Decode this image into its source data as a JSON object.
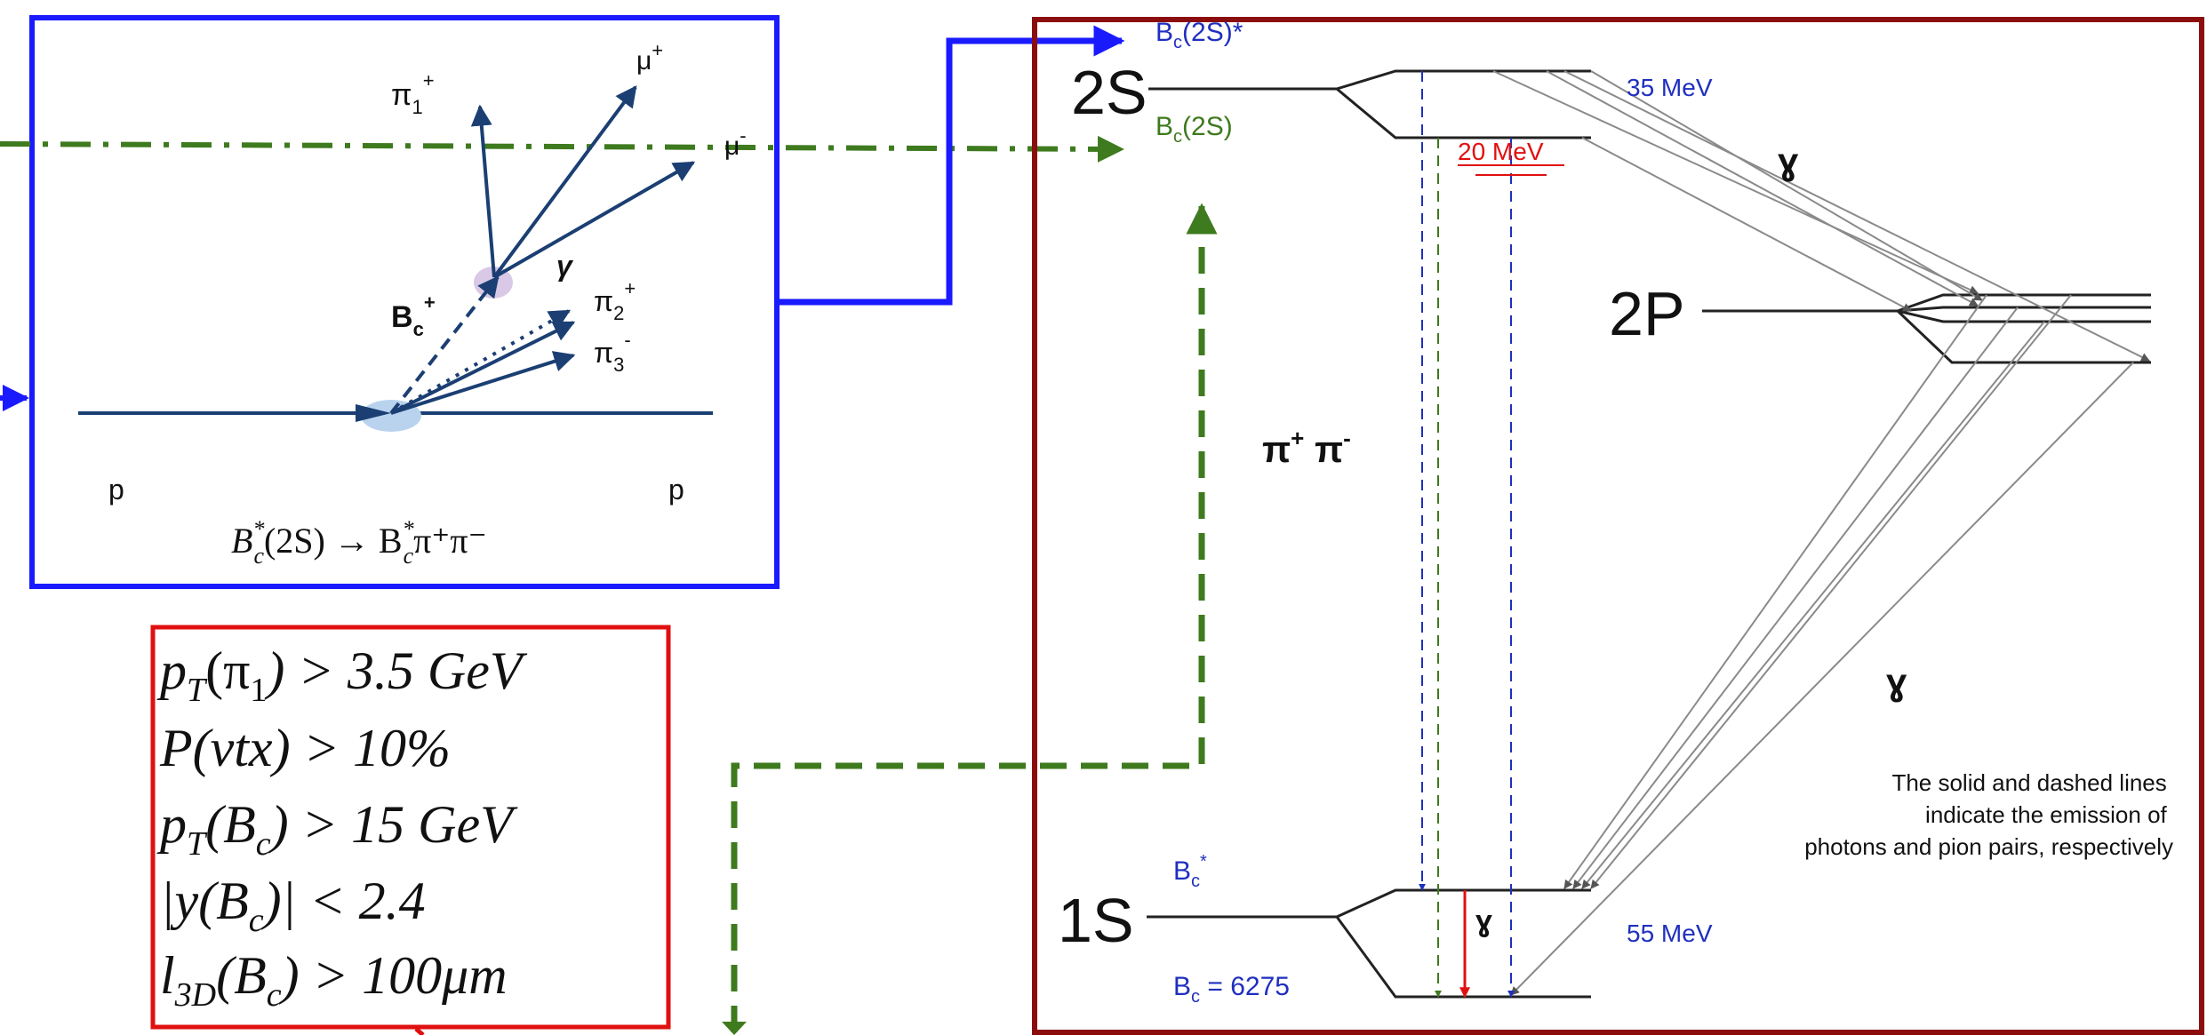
{
  "colors": {
    "blue": "#1a1aff",
    "green": "#3e7a1e",
    "darkred": "#8b0d0d",
    "red": "#e01010",
    "navy": "#1b3f73",
    "dashblue": "#1f2fbf",
    "gray": "#8a8a8a"
  },
  "decay": {
    "pi1": "π",
    "pi1_sub": "1",
    "pi1_sup": "+",
    "mu_plus": "μ",
    "mu_plus_sup": "+",
    "mu_minus": "μ",
    "mu_minus_sup": "-",
    "gamma": "γ",
    "bc": "B",
    "bc_sub": "c",
    "bc_sup": "+",
    "pi2": "π",
    "pi2_sub": "2",
    "pi2_sup": "+",
    "pi3": "π",
    "pi3_sub": "3",
    "pi3_sup": "-",
    "proton_left": "p",
    "proton_right": "p",
    "formula_b": "B",
    "formula_star": "*",
    "formula_c": "c",
    "formula_2s": "(2S) → B",
    "formula_star2": "*",
    "formula_c2": "c",
    "formula_pions": "π⁺π⁻"
  },
  "cuts": {
    "line1_a": "p",
    "line1_sub": "T",
    "line1_b": "(π",
    "line1_sub2": "1",
    "line1_c": ") >  3.5 GeV",
    "line2": "P(vtx) > 10%",
    "line3_a": "p",
    "line3_sub": "T",
    "line3_b": "(B",
    "line3_sub2": "c",
    "line3_c": ") >  15 GeV",
    "line4_a": "|y(B",
    "line4_sub": "c",
    "line4_b": ")| < 2.4",
    "line5_a": "l",
    "line5_sub": "3D",
    "line5_b": "(B",
    "line5_sub2": "c",
    "line5_c": ") > 100μm"
  },
  "levels": {
    "level_2s": "2S",
    "level_2p": "2P",
    "level_1s": "1S",
    "bc2s_star_b": "B",
    "bc2s_star_sub": "c",
    "bc2s_star_rest": "(2S)*",
    "bc2s_b": "B",
    "bc2s_sub": "c",
    "bc2s_rest": "(2S)",
    "bc_star_b": "B",
    "bc_star_sub": "c",
    "bc_star_sup": "*",
    "bc_b": "B",
    "bc_sub": "c",
    "bc_rest": " = 6275",
    "split_35": "35 MeV",
    "split_20": "20 MeV",
    "split_55": "55 MeV",
    "gamma_upper": "ɣ",
    "gamma_lower": "ɣ",
    "gamma_1s": "ɣ",
    "pipi_a": "π",
    "pipi_sup_a": "+",
    "pipi_b": " π",
    "pipi_sup_b": "-",
    "note_line1": "The solid and dashed lines",
    "note_line2": "indicate the emission of",
    "note_line3": "photons and pion pairs, respectively"
  }
}
